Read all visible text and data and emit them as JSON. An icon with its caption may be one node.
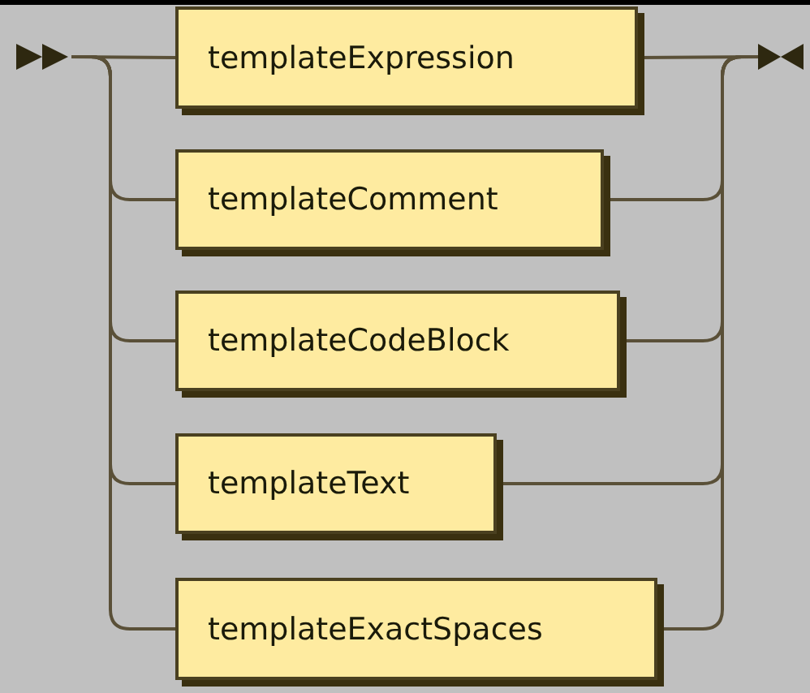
{
  "diagram": {
    "nodes": [
      {
        "text": [],
        "shape": "triangle"
      },
      {
        "text": [
          "templateExpression"
        ]
      },
      {
        "text": [
          "templateComment"
        ]
      },
      {
        "text": [
          "templateCodeBlock"
        ]
      },
      {
        "text": [
          "templateText"
        ]
      },
      {
        "text": [
          "templateExactSpaces"
        ]
      },
      {
        "text": [],
        "shape": "triangle"
      }
    ],
    "edges": [
      {
        "from": 0,
        "to": 1,
        "arrow": "none"
      },
      {
        "from": 0,
        "to": 2,
        "arrow": "none"
      },
      {
        "from": 0,
        "to": 3,
        "arrow": "none"
      },
      {
        "from": 0,
        "to": 4,
        "arrow": "none"
      },
      {
        "from": 0,
        "to": 5,
        "arrow": "none"
      },
      {
        "from": 1,
        "to": 6,
        "arrow": "none"
      },
      {
        "from": 2,
        "to": 6,
        "arrow": "none"
      },
      {
        "from": 3,
        "to": 6,
        "arrow": "none"
      },
      {
        "from": 4,
        "to": 6,
        "arrow": "none"
      },
      {
        "from": 5,
        "to": 6,
        "arrow": "none"
      }
    ]
  }
}
